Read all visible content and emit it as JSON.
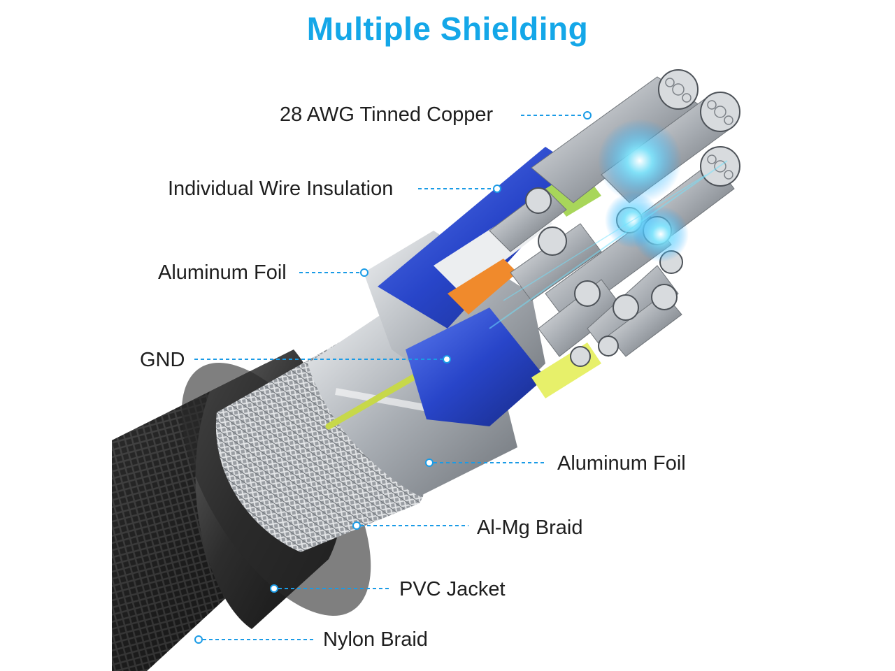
{
  "title": "Multiple Shielding",
  "labels": [
    {
      "id": "tinned-copper",
      "text": "28 AWG Tinned Copper"
    },
    {
      "id": "wire-insulation",
      "text": "Individual Wire Insulation"
    },
    {
      "id": "aluminum-foil-inner",
      "text": "Aluminum Foil"
    },
    {
      "id": "gnd",
      "text": "GND"
    },
    {
      "id": "aluminum-foil-outer",
      "text": "Aluminum Foil"
    },
    {
      "id": "al-mg-braid",
      "text": "Al-Mg Braid"
    },
    {
      "id": "pvc-jacket",
      "text": "PVC Jacket"
    },
    {
      "id": "nylon-braid",
      "text": "Nylon Braid"
    }
  ],
  "colors": {
    "title": "#14a7e8",
    "leader": "#1a9be6",
    "insulation": "#2f55d8",
    "jacket": "#2a2a2a",
    "foil": "#c9cdd2",
    "copper": "#bfc3c8",
    "gnd": "#c7d84a",
    "accent_orange": "#f08a2c",
    "glow": "#38d6ff"
  },
  "icons": {
    "leader_dot": "ring-dot-icon"
  }
}
